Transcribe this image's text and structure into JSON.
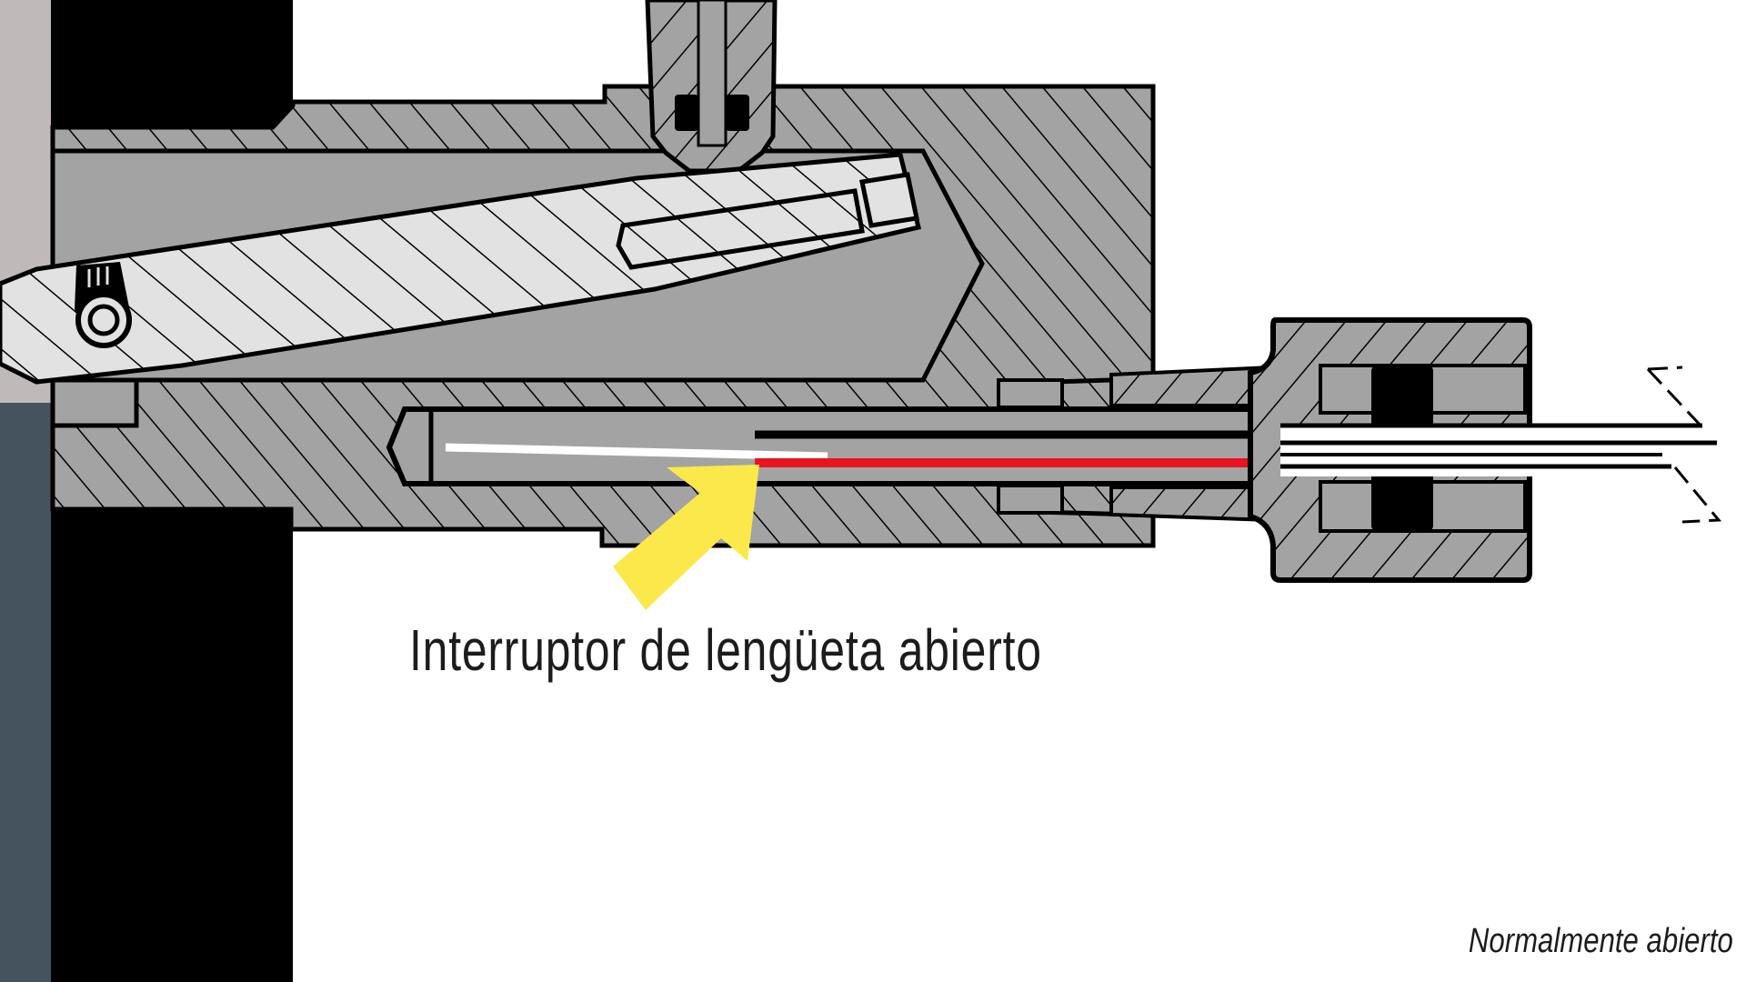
{
  "diagram": {
    "title": "Interruptor de lengüeta abierto",
    "subtitle": "Normalmente abierto",
    "colors": {
      "background": "#ffffff",
      "body_gray": "#a3a3a3",
      "light_gray": "#e2e2e2",
      "outline": "#000000",
      "left_strip_top": "#c0b9ba",
      "left_strip_bottom": "#44535e",
      "reed_contact_wire": "#ffffff",
      "signal_wire": "#e8141f",
      "arrow": "#fbe94b",
      "text": "#1c1c1c"
    },
    "components": [
      {
        "name": "plunger",
        "description": "angled pin with roller"
      },
      {
        "name": "housing",
        "description": "hatched cross-section body"
      },
      {
        "name": "reed-switch-tube",
        "description": "horizontal tube with contacts"
      },
      {
        "name": "cable-gland",
        "description": "right-side fitting with O-rings"
      },
      {
        "name": "cable",
        "description": "wires exiting to the right"
      }
    ],
    "annotation": {
      "arrow_target": "reed contact gap",
      "state": "open"
    }
  }
}
